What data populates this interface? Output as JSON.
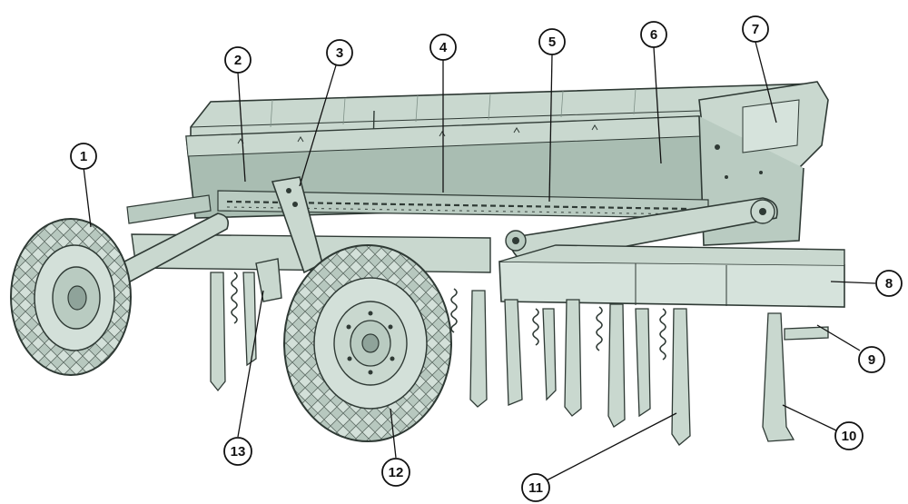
{
  "colors": {
    "background": "#ffffff",
    "body_fill": "#c9d8cf",
    "body_shade": "#a9bdb2",
    "hopper_dark": "#9fb3a7",
    "outline": "#2f3a35",
    "tire": "#d3e0d9",
    "tire_dark": "#8fa39a",
    "callout_fill": "#ffffff",
    "callout_stroke": "#111111"
  },
  "callouts": [
    {
      "id": "1",
      "text": "1"
    },
    {
      "id": "2",
      "text": "2"
    },
    {
      "id": "3",
      "text": "3"
    },
    {
      "id": "4",
      "text": "4"
    },
    {
      "id": "5",
      "text": "5"
    },
    {
      "id": "6",
      "text": "6"
    },
    {
      "id": "7",
      "text": "7"
    },
    {
      "id": "8",
      "text": "8"
    },
    {
      "id": "9",
      "text": "9"
    },
    {
      "id": "10",
      "text": "10"
    },
    {
      "id": "11",
      "text": "11"
    },
    {
      "id": "12",
      "text": "12"
    },
    {
      "id": "13",
      "text": "13"
    }
  ]
}
